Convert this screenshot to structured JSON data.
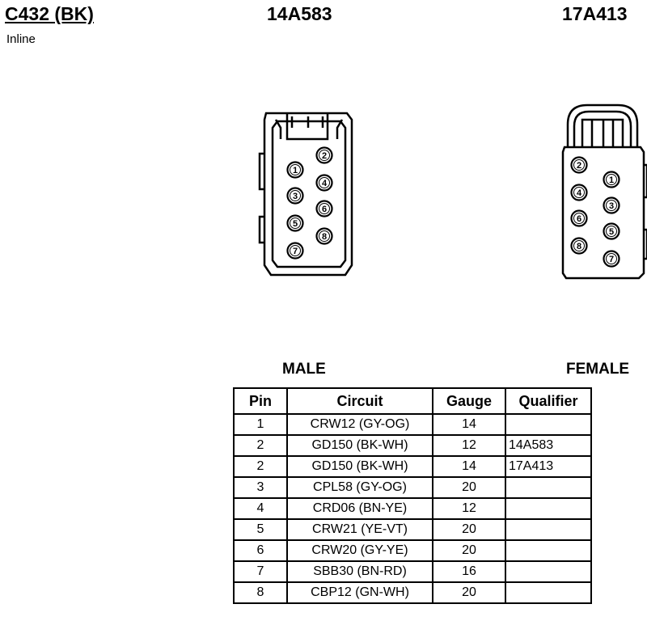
{
  "header": {
    "connector_id": "C432 (BK)",
    "connector_type": "Inline",
    "male_part": "14A583",
    "female_part": "17A413"
  },
  "labels": {
    "male": "MALE",
    "female": "FEMALE"
  },
  "male_pins": [
    "1",
    "2",
    "3",
    "4",
    "5",
    "6",
    "7",
    "8"
  ],
  "female_pins": [
    "1",
    "2",
    "3",
    "4",
    "5",
    "6",
    "7",
    "8"
  ],
  "table": {
    "headers": [
      "Pin",
      "Circuit",
      "Gauge",
      "Qualifier"
    ],
    "rows": [
      {
        "pin": "1",
        "circuit": "CRW12 (GY-OG)",
        "gauge": "14",
        "qualifier": ""
      },
      {
        "pin": "2",
        "circuit": "GD150 (BK-WH)",
        "gauge": "12",
        "qualifier": "14A583"
      },
      {
        "pin": "2",
        "circuit": "GD150 (BK-WH)",
        "gauge": "14",
        "qualifier": "17A413"
      },
      {
        "pin": "3",
        "circuit": "CPL58 (GY-OG)",
        "gauge": "20",
        "qualifier": ""
      },
      {
        "pin": "4",
        "circuit": "CRD06 (BN-YE)",
        "gauge": "12",
        "qualifier": ""
      },
      {
        "pin": "5",
        "circuit": "CRW21 (YE-VT)",
        "gauge": "20",
        "qualifier": ""
      },
      {
        "pin": "6",
        "circuit": "CRW20 (GY-YE)",
        "gauge": "20",
        "qualifier": ""
      },
      {
        "pin": "7",
        "circuit": "SBB30 (BN-RD)",
        "gauge": "16",
        "qualifier": ""
      },
      {
        "pin": "8",
        "circuit": "CBP12 (GN-WH)",
        "gauge": "20",
        "qualifier": ""
      }
    ]
  }
}
